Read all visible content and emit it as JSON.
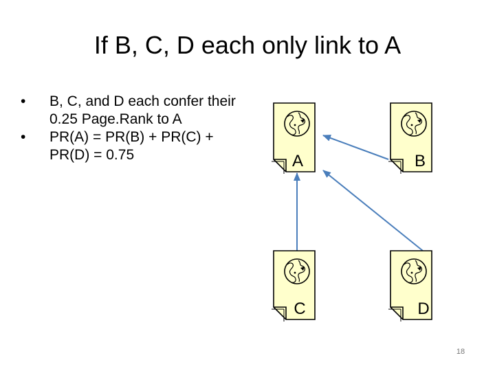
{
  "slide": {
    "title": "If B, C, D each only link to A",
    "bullets": [
      {
        "bullet": "•",
        "text": "B, C, and D each confer their 0.25 Page.Rank to A"
      },
      {
        "bullet": "•",
        "text": "PR(A) = PR(B) + PR(C) + PR(D) = 0.75"
      }
    ],
    "page_number": "18"
  },
  "diagram": {
    "nodes": [
      {
        "id": "A",
        "label": "A",
        "icon": "globe-document-icon"
      },
      {
        "id": "B",
        "label": "B",
        "icon": "globe-document-icon"
      },
      {
        "id": "C",
        "label": "C",
        "icon": "globe-document-icon"
      },
      {
        "id": "D",
        "label": "D",
        "icon": "globe-document-icon"
      }
    ],
    "edges": [
      {
        "from": "B",
        "to": "A"
      },
      {
        "from": "C",
        "to": "A"
      },
      {
        "from": "D",
        "to": "A"
      }
    ],
    "colors": {
      "edge": "#4a7ebb",
      "document_fill": "#ffffcc",
      "stroke": "#000000"
    }
  }
}
